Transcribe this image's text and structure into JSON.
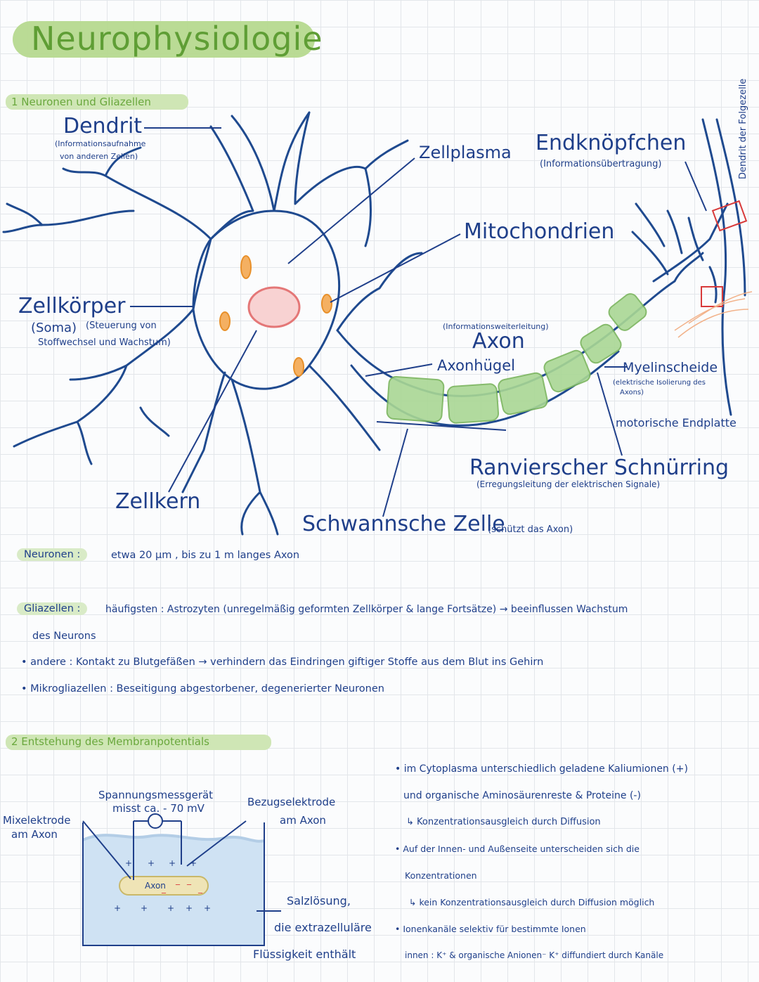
{
  "title": "Neurophysiologie",
  "section1": {
    "heading": "1  Neuronen und Gliazellen",
    "labels": {
      "dendrit": "Dendrit",
      "dendrit_note1": "(Informationsaufnahme",
      "dendrit_note2": "von anderen Zellen)",
      "zellplasma": "Zellplasma",
      "endknoepfchen": "Endknöpfchen",
      "endknoepfchen_note": "(Informationsübertragung)",
      "dendrit_folgezelle": "Dendrit der Folgezelle",
      "mitochondrien": "Mitochondrien",
      "zellkoerper": "Zellkörper",
      "soma": "(Soma)",
      "zellkoerper_note1": "(Steuerung von",
      "zellkoerper_note2": "Stoffwechsel und Wachstum)",
      "axon_note": "(Informationsweiterleitung)",
      "axon": "Axon",
      "axonhuegel": "Axonhügel",
      "myelinscheide": "Myelinscheide",
      "myelin_note1": "(elektrische Isolierung des",
      "myelin_note2": "Axons)",
      "motorische_endplatte": "motorische Endplatte",
      "ranvier": "Ranvierscher Schnürring",
      "ranvier_note": "(Erregungsleitung der elektrischen Signale)",
      "zellkern": "Zellkern",
      "schwann": "Schwannsche Zelle",
      "schwann_note": "(schützt das Axon)"
    },
    "neuronen_label": "Neuronen :",
    "neuronen_text": "etwa 20 µm , bis zu 1 m langes Axon",
    "glia_label": "Gliazellen :",
    "glia_text1": "häufigsten : Astrozyten (unregelmäßig geformten Zellkörper & lange Fortsätze) → beeinflussen Wachstum",
    "glia_text2": "des Neurons",
    "bullet1": "• andere : Kontakt zu Blutgefäßen → verhindern das Eindringen giftiger Stoffe aus dem Blut ins Gehirn",
    "bullet2": "• Mikrogliazellen : Beseitigung abgestorbener, degenerierter Neuronen"
  },
  "section2": {
    "heading": "2  Entstehung des Membranpotentials",
    "diagram": {
      "messgeraet1": "Spannungsmessgerät",
      "messgeraet2": "misst ca. - 70 mV",
      "mixelektrode1": "Mixelektrode",
      "mixelektrode2": "am Axon",
      "bezug1": "Bezugselektrode",
      "bezug2": "am Axon",
      "axon": "Axon",
      "salz1": "Salzlösung,",
      "salz2": "die extrazelluläre",
      "salz3": "Flüssigkeit enthält"
    },
    "notes": {
      "n1": "• im Cytoplasma unterschiedlich geladene Kaliumionen (+)",
      "n2": "und organische Aminosäurenreste & Proteine (-)",
      "n3": "↳ Konzentrationsausgleich durch Diffusion",
      "n4": "• Auf der Innen- und Außenseite unterscheiden sich die",
      "n5": "Konzentrationen",
      "n6": "↳ kein Konzentrationsausgleich durch Diffusion möglich",
      "n7": "• Ionenkanäle selektiv für bestimmte Ionen",
      "n8": "innen : K⁺ & organische Anionen⁻   K⁺ diffundiert durch Kanäle"
    }
  },
  "colors": {
    "ink": "#1f3f8a",
    "green_title": "#5f9e35",
    "highlight": "#cfe6b5",
    "myelin": "#9fd08a",
    "nucleus": "#f3a3a3",
    "mito": "#f2a64a"
  }
}
